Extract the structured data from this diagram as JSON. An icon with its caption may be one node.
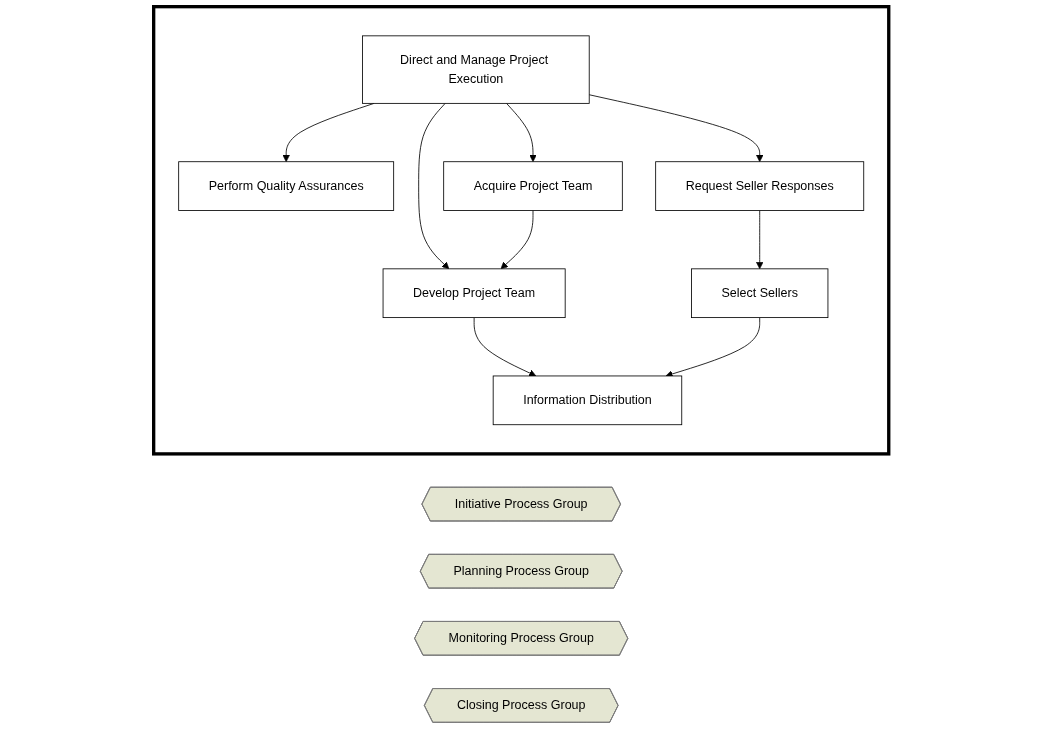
{
  "diagram": {
    "nodes": [
      {
        "text": [],
        "shape": "box"
      },
      {
        "text": [
          "Direct and Manage Project Execution"
        ],
        "in": 0
      },
      {
        "text": [
          "Perform Quality Assurances"
        ],
        "in": 0
      },
      {
        "text": [
          "Acquire Project Team"
        ],
        "in": 0
      },
      {
        "text": [
          "Request Seller Responses"
        ],
        "in": 0
      },
      {
        "text": [
          "Develop Project Team"
        ],
        "in": 0
      },
      {
        "text": [
          "Select Sellers"
        ],
        "in": 0
      },
      {
        "text": [
          "Information Distribution"
        ],
        "in": 0
      },
      {
        "text": [
          "Initiative Process Group"
        ]
      },
      {
        "text": [
          "Planning Process Group"
        ]
      },
      {
        "text": [
          "Monitoring Process Group"
        ]
      },
      {
        "text": [
          "Closing Process Group"
        ]
      }
    ],
    "edges": [
      {
        "from": 1,
        "to": 2,
        "arrow": "to"
      },
      {
        "from": 1,
        "to": 3,
        "arrow": "to"
      },
      {
        "from": 1,
        "to": 5,
        "arrow": "to"
      },
      {
        "from": 1,
        "to": 4,
        "arrow": "to"
      },
      {
        "from": 3,
        "to": 5,
        "arrow": "to"
      },
      {
        "from": 4,
        "to": 6,
        "arrow": "to"
      },
      {
        "from": 5,
        "to": 7,
        "arrow": "to"
      },
      {
        "from": 6,
        "to": 7,
        "arrow": "to"
      }
    ]
  }
}
